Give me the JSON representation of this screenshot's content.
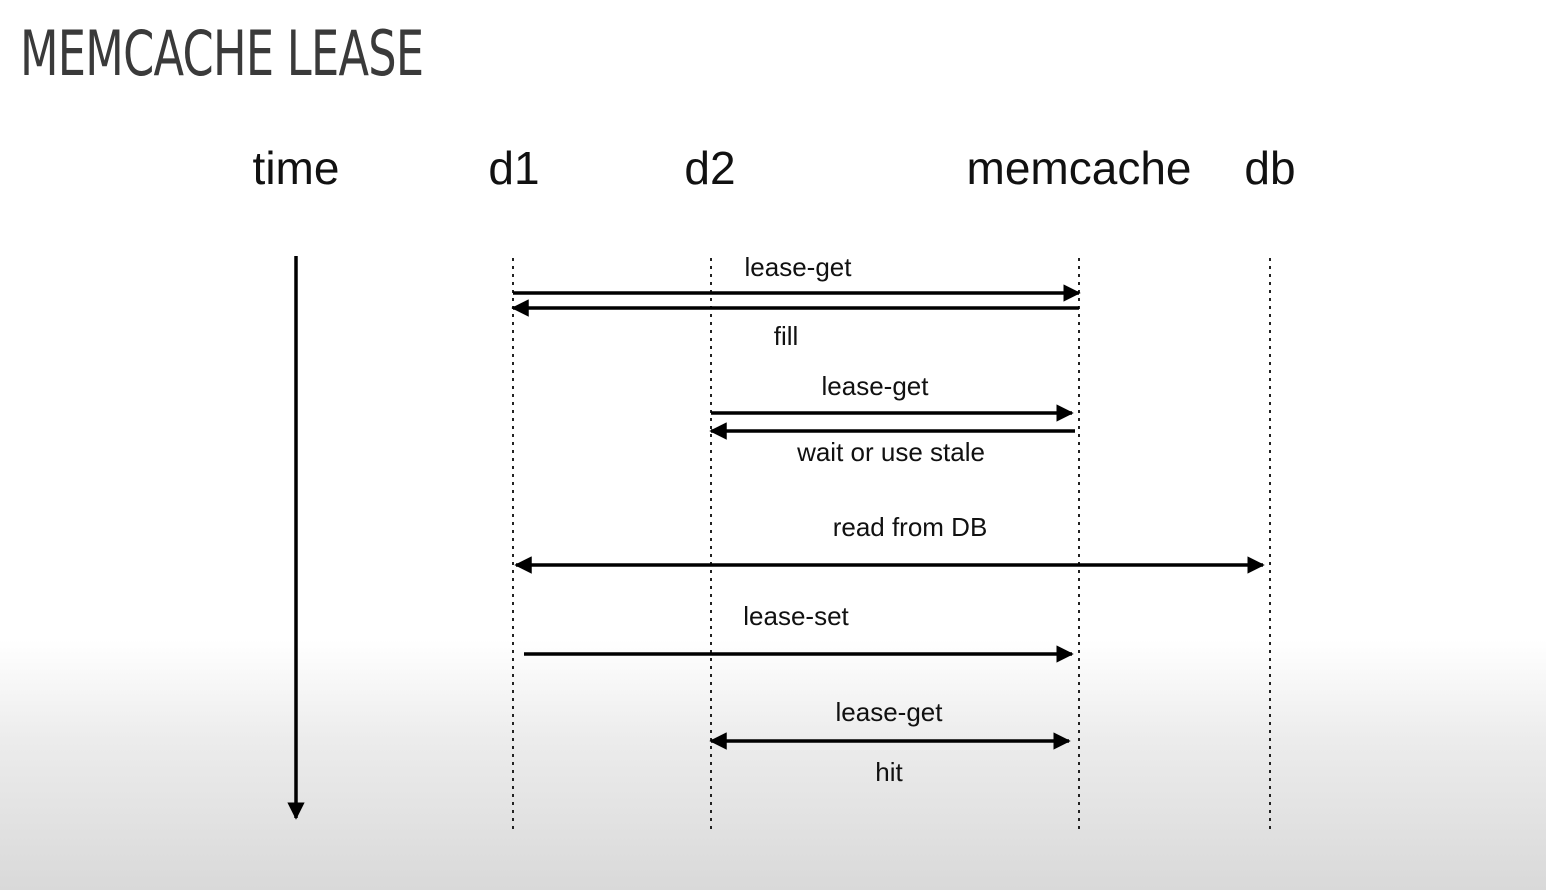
{
  "title": "MEMCACHE LEASE",
  "lanes": {
    "time": "time",
    "d1": "d1",
    "d2": "d2",
    "memcache": "memcache",
    "db": "db"
  },
  "messages": [
    {
      "from": "d1",
      "to": "memcache",
      "label": "lease-get"
    },
    {
      "from": "memcache",
      "to": "d1",
      "label": "fill"
    },
    {
      "from": "d2",
      "to": "memcache",
      "label": "lease-get"
    },
    {
      "from": "memcache",
      "to": "d2",
      "label": "wait or use stale"
    },
    {
      "from": "d1",
      "to": "db",
      "label": "read from DB",
      "bidirectional": true
    },
    {
      "from": "d1",
      "to": "memcache",
      "label": "lease-set"
    },
    {
      "from": "d2",
      "to": "memcache",
      "label": "lease-get",
      "bidirectional": true
    },
    {
      "label": "hit"
    }
  ]
}
